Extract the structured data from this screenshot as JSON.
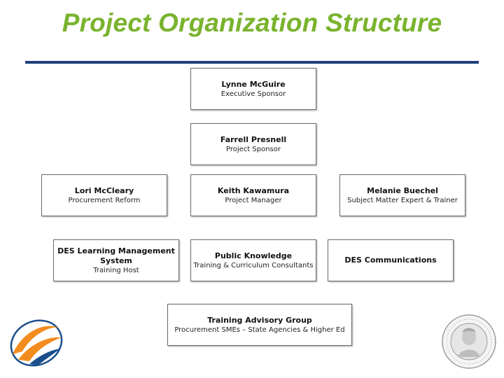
{
  "title": "Project Organization Structure",
  "colors": {
    "title": "#7ab32e",
    "rule": "#1f3f78",
    "logo_orange": "#f28c1e",
    "logo_blue": "#1a4f8c"
  },
  "boxes": {
    "executive_sponsor": {
      "name": "Lynne McGuire",
      "role": "Executive Sponsor"
    },
    "project_sponsor": {
      "name": "Farrell Presnell",
      "role": "Project Sponsor"
    },
    "procurement_reform": {
      "name": "Lori McCleary",
      "role": "Procurement Reform"
    },
    "project_manager": {
      "name": "Keith Kawamura",
      "role": "Project Manager"
    },
    "sme_trainer": {
      "name": "Melanie Buechel",
      "role": "Subject Matter Expert & Trainer"
    },
    "lms": {
      "name_line1": "DES Learning Management",
      "name_line2": "System",
      "role": "Training Host"
    },
    "public_knowledge": {
      "name": "Public Knowledge",
      "role": "Training & Curriculum Consultants"
    },
    "des_communications": {
      "name": "DES Communications"
    },
    "advisory_group": {
      "name": "Training Advisory Group",
      "role": "Procurement SMEs – State Agencies & Higher Ed"
    }
  },
  "icons": {
    "logo": "swoosh-logo-icon",
    "seal": "state-seal-icon"
  }
}
